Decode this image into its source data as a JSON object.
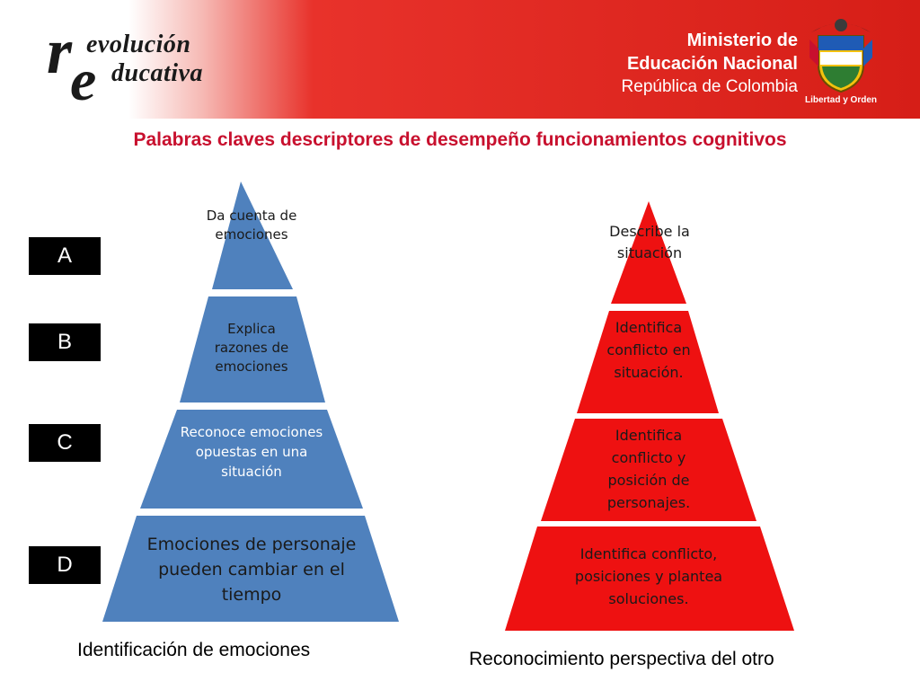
{
  "header": {
    "logo": {
      "initial_r": "r",
      "initial_e": "e",
      "line1": "evolución",
      "line2": "ducativa"
    },
    "ministry": {
      "line1": "Ministerio de",
      "line2": "Educación Nacional",
      "line3": "República de Colombia"
    },
    "crest_motto": "Libertad y Orden"
  },
  "title": "Palabras claves descriptores de desempeño funcionamientos cognitivos",
  "levels": [
    "A",
    "B",
    "C",
    "D"
  ],
  "left_pyramid": {
    "color": "#4f81bd",
    "tiers": [
      "Da cuenta de emociones",
      "Explica razones de emociones",
      "Reconoce emociones opuestas en una situación",
      "Emociones de personaje pueden cambiar en el tiempo"
    ],
    "caption": "Identificación de emociones"
  },
  "right_pyramid": {
    "color": "#ee1111",
    "tiers": [
      "Describe la situación",
      "Identifica conflicto en situación.",
      "Identifica conflicto y posición de personajes.",
      "Identifica conflicto, posiciones y plantea soluciones."
    ],
    "caption": "Reconocimiento perspectiva del otro"
  }
}
